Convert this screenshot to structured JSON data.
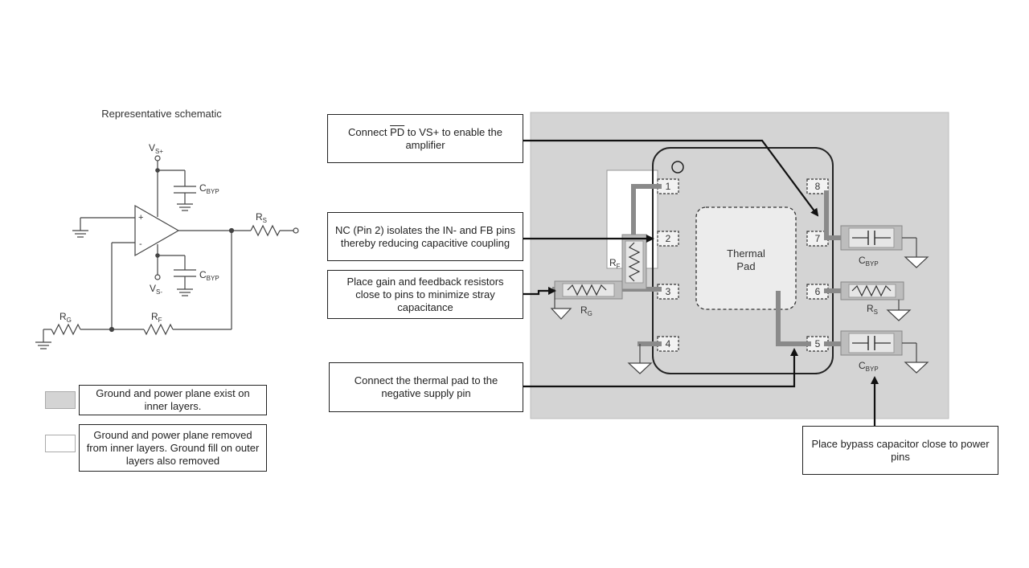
{
  "schematic": {
    "title": "Representative schematic",
    "labels": {
      "vs_plus": [
        "V",
        "S+"
      ],
      "vs_minus": [
        "V",
        "S-"
      ],
      "cbyp_top": [
        "C",
        "BYP"
      ],
      "cbyp_bottom": [
        "C",
        "BYP"
      ],
      "rs": [
        "R",
        "S"
      ],
      "rg": [
        "R",
        "G"
      ],
      "rf": [
        "R",
        "F"
      ],
      "plus": "+",
      "minus": "-"
    }
  },
  "legend": [
    {
      "text": "Ground and power plane exist on inner layers.",
      "color": "#d4d4d4"
    },
    {
      "text": "Ground and power plane removed from inner layers. Ground fill on outer layers also removed",
      "color": "#ffffff"
    }
  ],
  "layout": {
    "pins_left": [
      "1",
      "2",
      "3",
      "4"
    ],
    "pins_right": [
      "8",
      "7",
      "6",
      "5"
    ],
    "thermal_pad": [
      "Thermal",
      "Pad"
    ],
    "labels": {
      "rf": [
        "R",
        "F"
      ],
      "rg": [
        "R",
        "G"
      ],
      "rs": [
        "R",
        "S"
      ],
      "cbyp_top": [
        "C",
        "BYP"
      ],
      "cbyp_bottom": [
        "C",
        "BYP"
      ]
    },
    "plane_color": "#d4d4d4"
  },
  "callouts": {
    "pd": {
      "pre": "Connect ",
      "pd": "PD",
      "post": " to VS+ to enable the amplifier"
    },
    "nc": "NC (Pin 2) isolates the IN- and FB pins thereby reducing capacitive coupling",
    "resistors": "Place gain and feedback resistors close to pins to minimize stray capacitance",
    "thermal": "Connect the thermal pad to the negative supply pin",
    "bypass": "Place bypass capacitor close to power pins"
  }
}
